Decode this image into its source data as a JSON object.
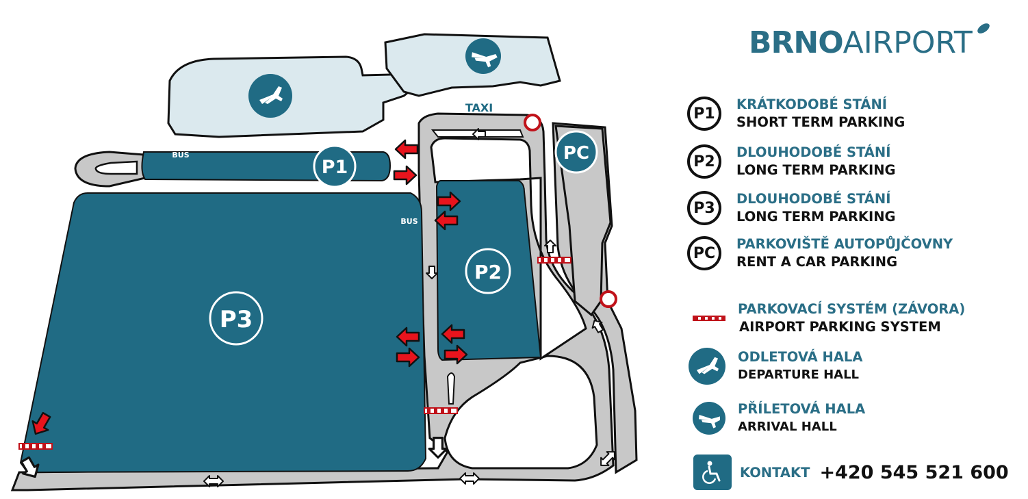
{
  "brand": {
    "part1": "BRNO",
    "part2": "AIRPORT"
  },
  "map_labels": {
    "taxi": "TAXI",
    "bus_top": "BUS",
    "bus_mid": "BUS",
    "p1": "P1",
    "p2": "P2",
    "p3": "P3",
    "pc": "PC"
  },
  "legend": {
    "p1": {
      "badge": "P1",
      "cz": "KRÁTKODOBÉ STÁNÍ",
      "en": "SHORT TERM PARKING"
    },
    "p2": {
      "badge": "P2",
      "cz": "DLOUHODOBÉ STÁNÍ",
      "en": "LONG TERM PARKING"
    },
    "p3": {
      "badge": "P3",
      "cz": "DLOUHODOBÉ STÁNÍ",
      "en": "LONG TERM PARKING"
    },
    "pc": {
      "badge": "PC",
      "cz": "PARKOVIŠTĚ AUTOPŮJČOVNY",
      "en": "RENT A CAR PARKING"
    },
    "barrier": {
      "cz": "PARKOVACÍ SYSTÉM (ZÁVORA)",
      "en": "AIRPORT PARKING SYSTEM"
    },
    "departure": {
      "cz": "ODLETOVÁ HALA",
      "en": "DEPARTURE HALL",
      "icon": "airplane-departure-icon"
    },
    "arrival": {
      "cz": "PŘÍLETOVÁ HALA",
      "en": "ARRIVAL HALL",
      "icon": "airplane-arrival-icon"
    },
    "contact": {
      "label": "KONTAKT",
      "phone": "+420 545 521 600",
      "icon": "wheelchair-icon"
    }
  },
  "colors": {
    "teal": "#206b84",
    "terminal": "#dbe9ee",
    "road": "#c8c8c8",
    "arrow_red": "#e8141d",
    "barrier": "#c0121a"
  }
}
